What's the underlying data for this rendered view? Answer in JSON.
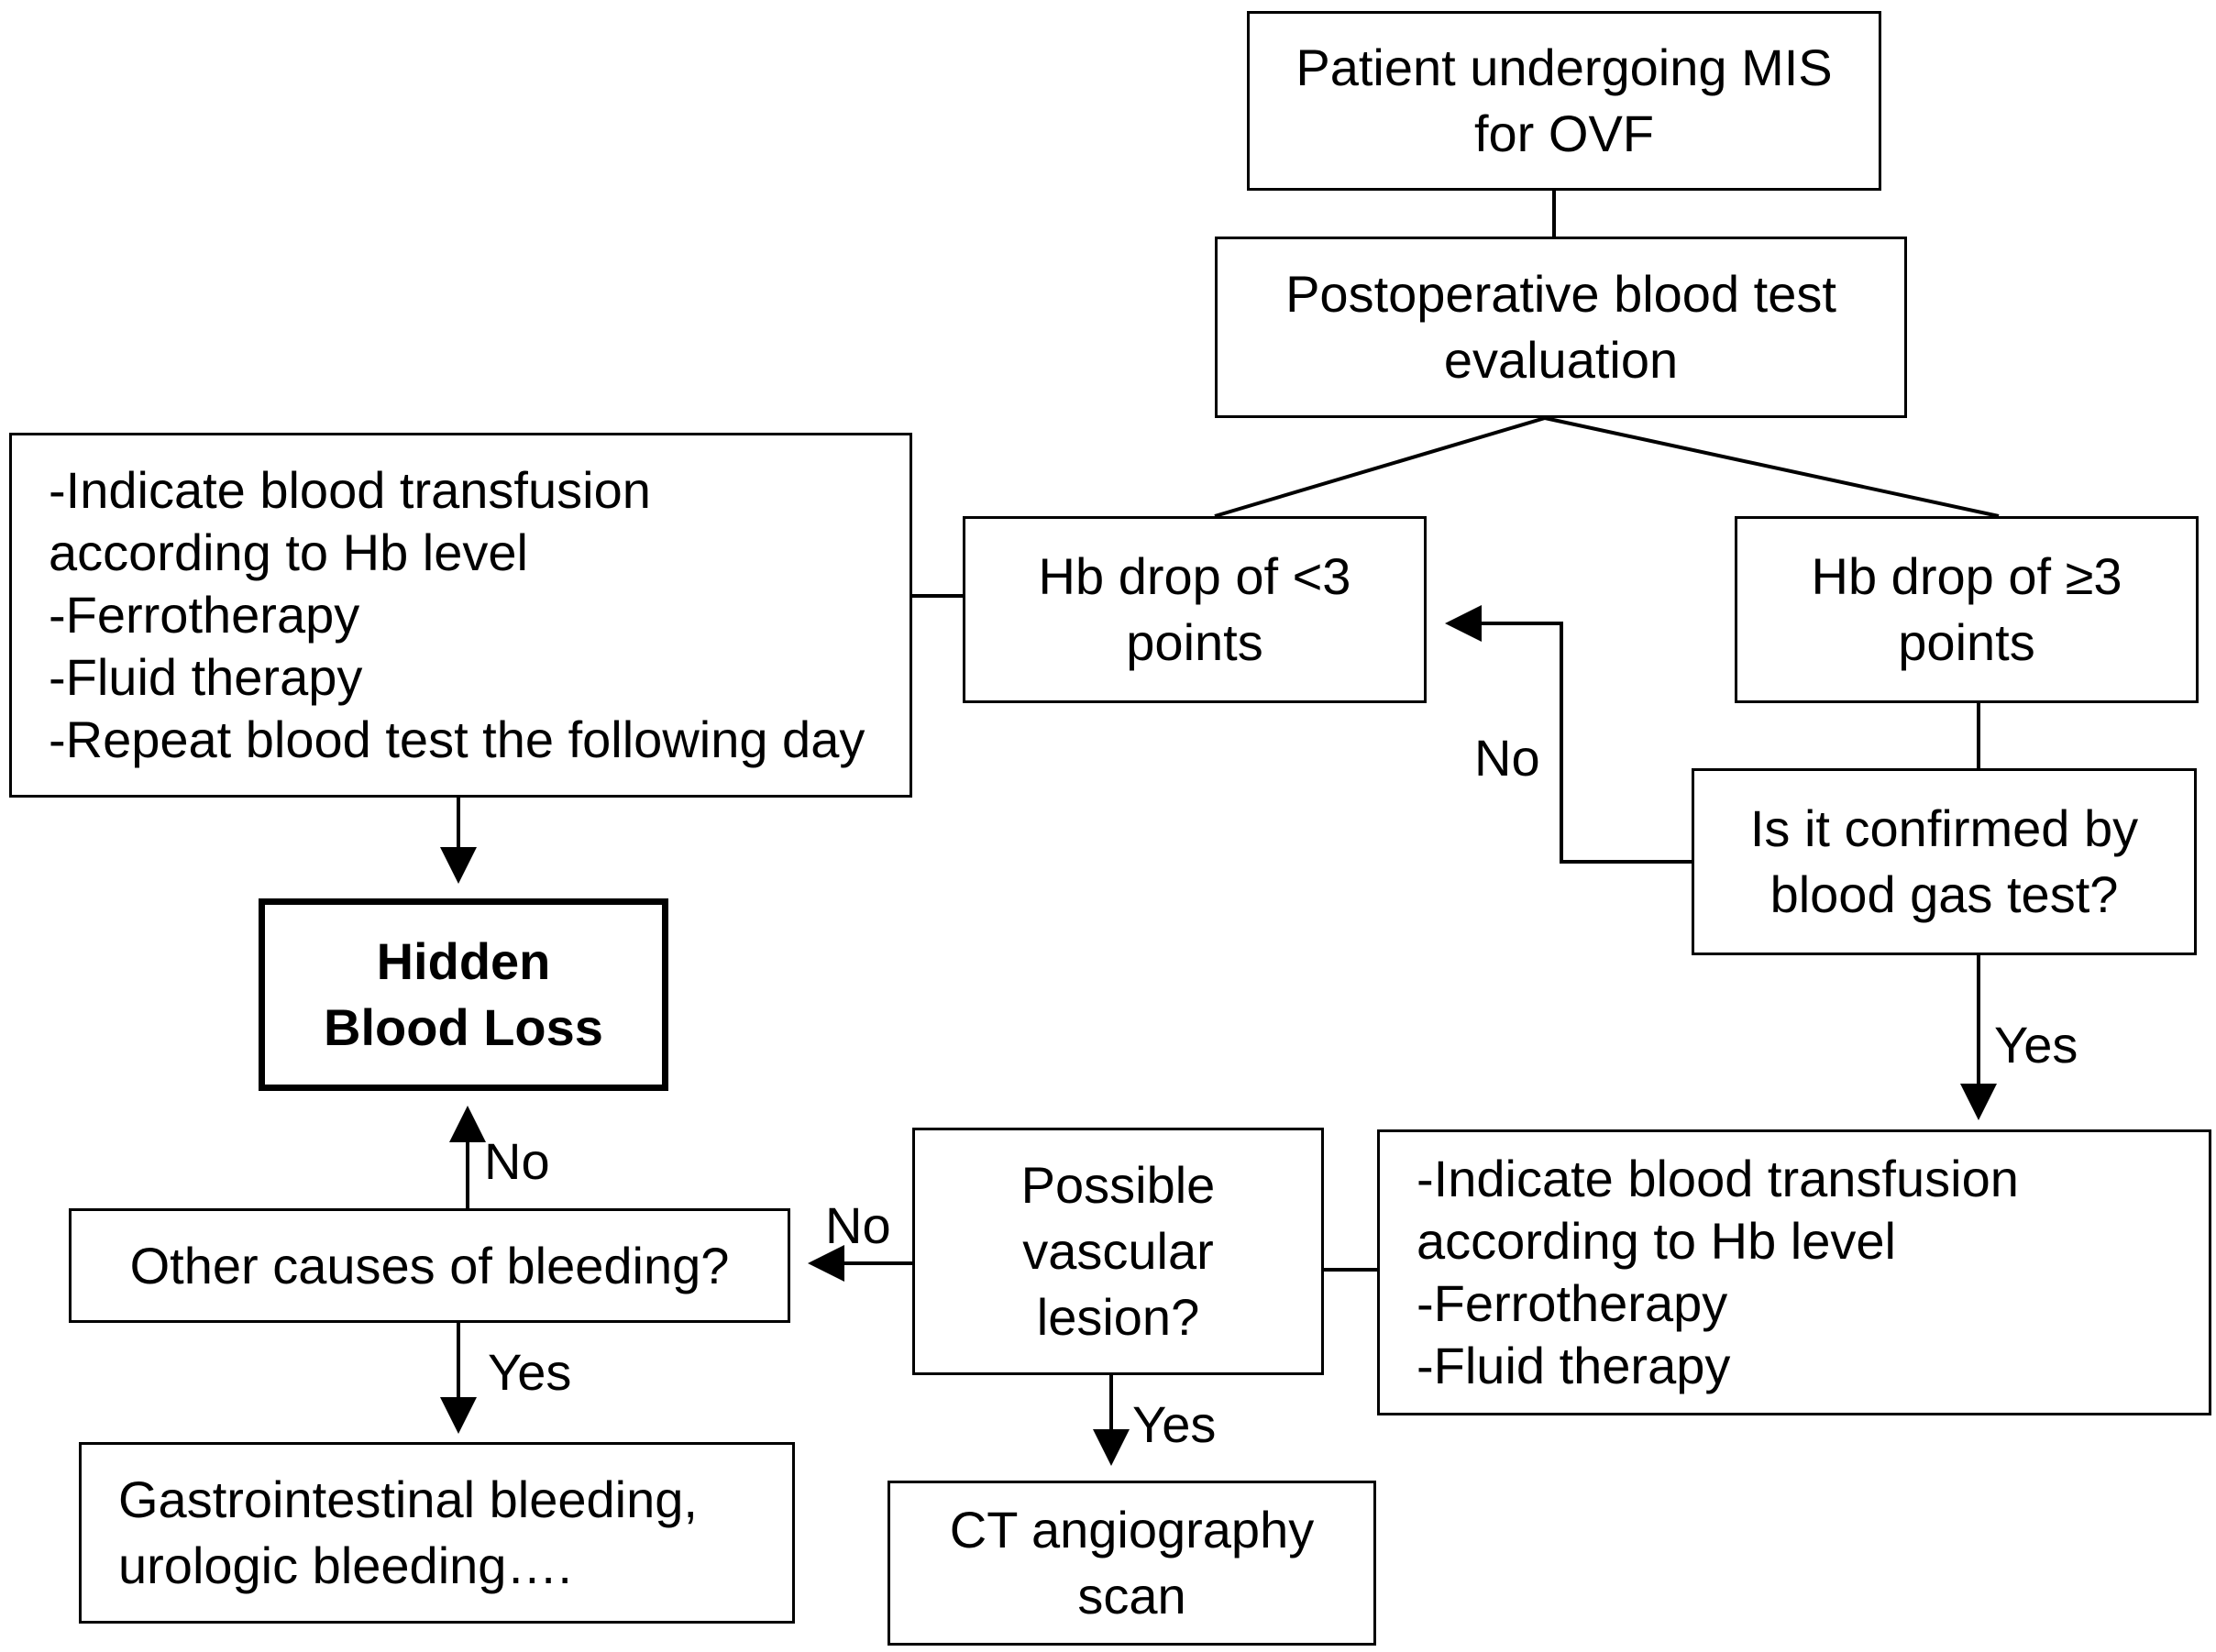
{
  "nodes": {
    "start": [
      "Patient undergoing MIS",
      "for OVF"
    ],
    "eval": [
      "Postoperative blood test",
      "evaluation"
    ],
    "drop_low": [
      "Hb drop of <3",
      "points"
    ],
    "drop_high": [
      "Hb drop of ≥3",
      "points"
    ],
    "gas": [
      "Is it confirmed by",
      "blood gas test?"
    ],
    "mgmt_low": [
      "-Indicate blood transfusion",
      "according to Hb level",
      "-Ferrotherapy",
      "-Fluid therapy",
      "-Repeat blood test the following day"
    ],
    "hidden": [
      "Hidden",
      "Blood Loss"
    ],
    "mgmt_high": [
      "-Indicate blood transfusion",
      "according to Hb level",
      "-Ferrotherapy",
      "-Fluid therapy"
    ],
    "vascular": [
      "Possible",
      "vascular",
      "lesion?"
    ],
    "other": [
      "Other causes of bleeding?"
    ],
    "ct": [
      "CT angiography",
      "scan"
    ],
    "gi": [
      "Gastrointestinal bleeding,",
      "urologic bleeding…."
    ]
  },
  "edge_labels": {
    "gas_no": "No",
    "gas_yes": "Yes",
    "vascular_no": "No",
    "vascular_yes": "Yes",
    "other_no": "No",
    "other_yes": "Yes"
  }
}
